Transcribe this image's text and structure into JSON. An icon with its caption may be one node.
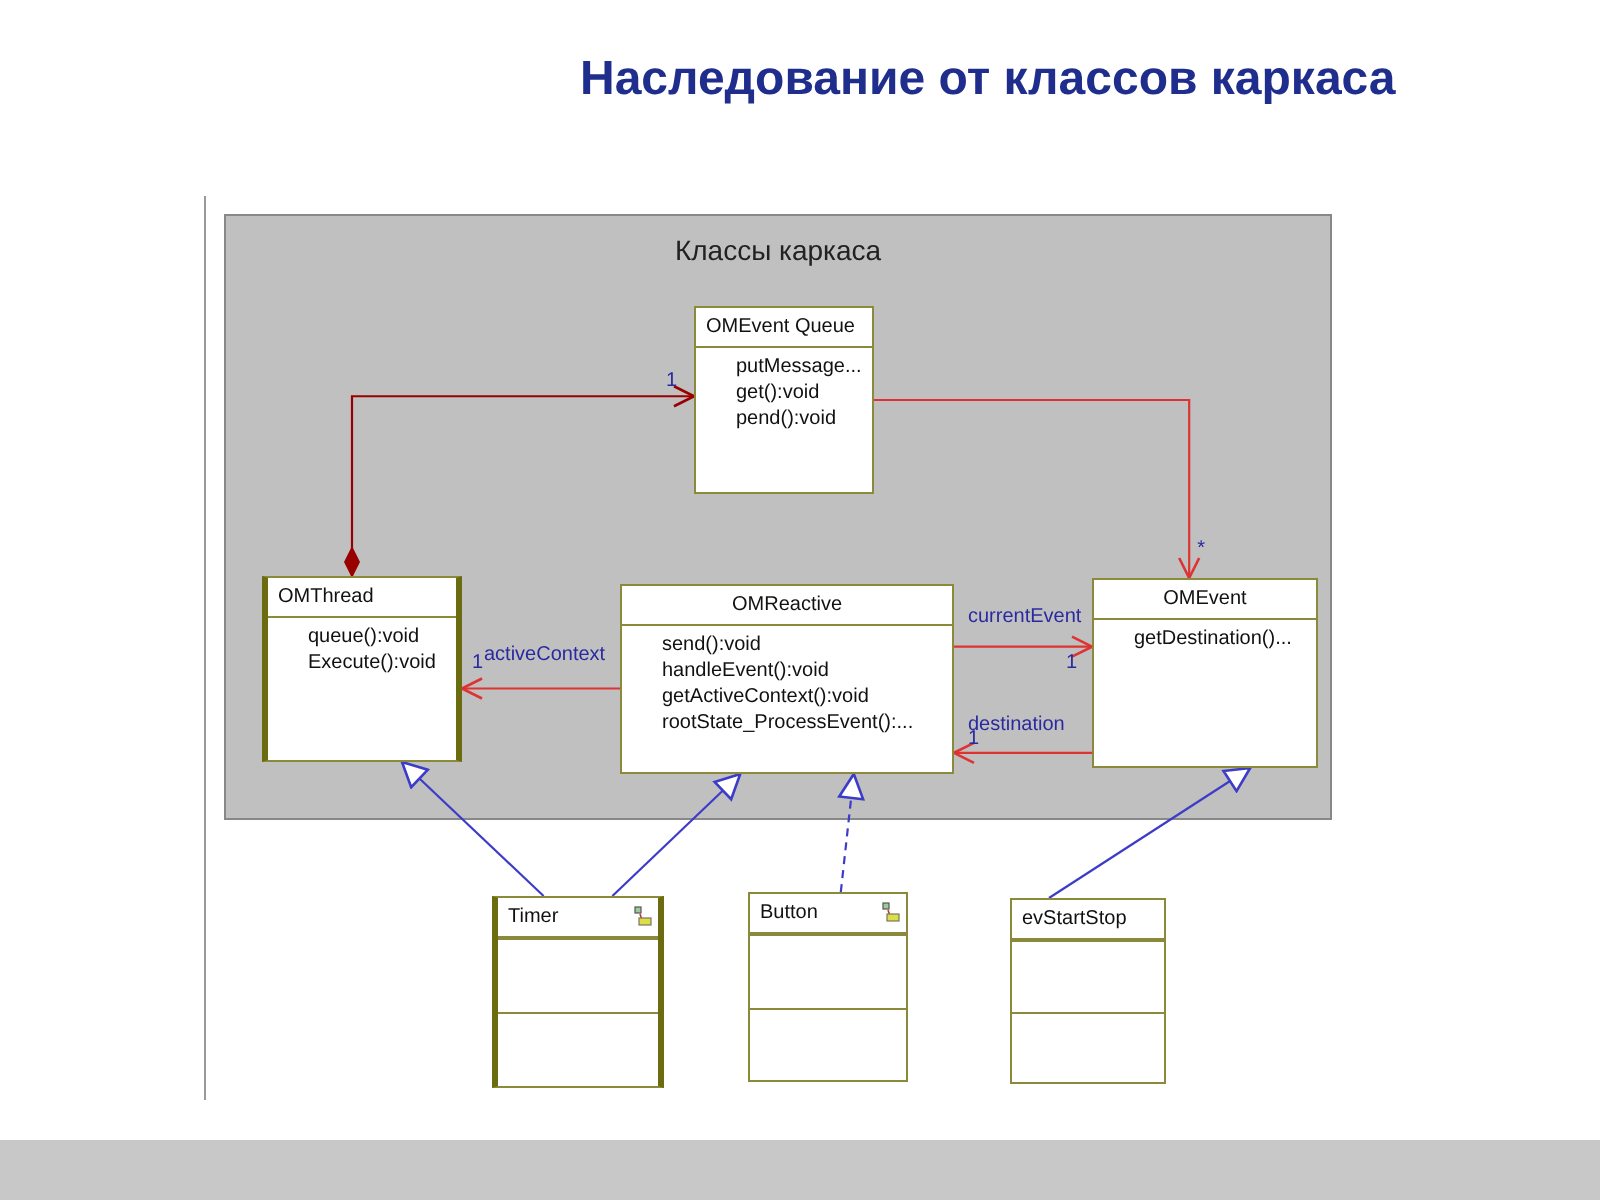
{
  "diagram": {
    "title": "Наследование от классов каркаса",
    "nodes": [
      {
        "text": [
          "Классы каркаса"
        ]
      },
      {
        "text": [
          "OMEvent Queue",
          "putMessage...",
          "get():void",
          "pend():void"
        ],
        "in": 0
      },
      {
        "text": [
          "OMThread",
          "queue():void",
          "Execute():void"
        ],
        "in": 0
      },
      {
        "text": [
          "OMReactive",
          "send():void",
          "handleEvent():void",
          "getActiveContext():void",
          "rootState_ProcessEvent():..."
        ],
        "in": 0
      },
      {
        "text": [
          "OMEvent",
          "getDestination()..."
        ],
        "in": 0
      },
      {
        "text": [
          "Timer"
        ]
      },
      {
        "text": [
          "Button"
        ]
      },
      {
        "text": [
          "evStartStop"
        ]
      }
    ],
    "edges": [
      {
        "from": 2,
        "to": 1,
        "arrow": "to",
        "label": "1",
        "color": "#990000"
      },
      {
        "from": 1,
        "to": 4,
        "arrow": "to",
        "label": "*"
      },
      {
        "from": 3,
        "to": 2,
        "arrow": "to",
        "label": "activeContext"
      },
      {
        "from": 3,
        "to": 4,
        "arrow": "to",
        "label": "currentEvent"
      },
      {
        "from": 4,
        "to": 3,
        "arrow": "to",
        "label": "destination"
      },
      {
        "from": 5,
        "to": 2,
        "arrow": "to",
        "color": "#3c3cc8"
      },
      {
        "from": 5,
        "to": 3,
        "arrow": "to",
        "color": "#3c3cc8"
      },
      {
        "from": 6,
        "to": 3,
        "arrow": "to",
        "style": "dashed",
        "color": "#3c3cc8"
      },
      {
        "from": 7,
        "to": 4,
        "arrow": "to",
        "color": "#3c3cc8"
      }
    ],
    "labels": [
      "1",
      "1",
      "1"
    ]
  }
}
